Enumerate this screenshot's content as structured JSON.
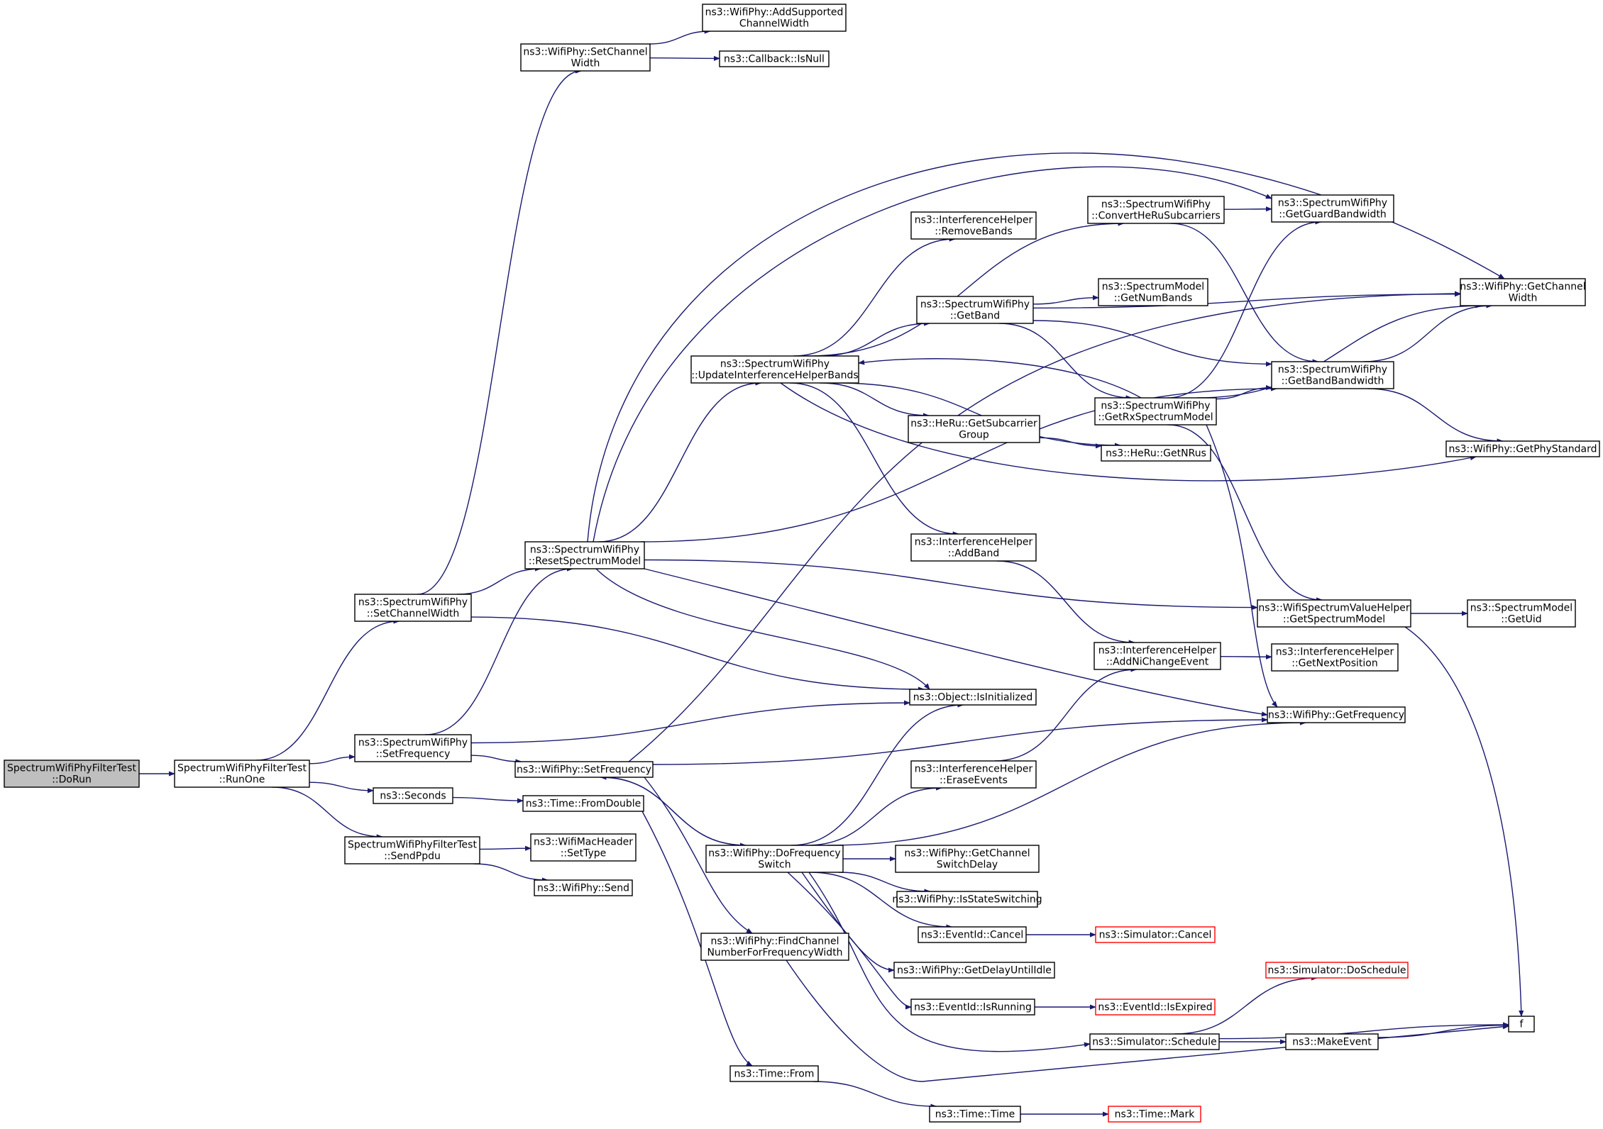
{
  "colors": {
    "edge": "#191970",
    "node_border": "#000000",
    "node_fill": "#ffffff",
    "root_fill": "#bfbfbf",
    "truncated_border": "#ff0000"
  },
  "graph": {
    "nodes": [
      {
        "id": "dorun",
        "lines": [
          "SpectrumWifiPhyFilterTest",
          "::DoRun"
        ],
        "root": true
      },
      {
        "id": "runone",
        "lines": [
          "SpectrumWifiPhyFilterTest",
          "::RunOne"
        ]
      },
      {
        "id": "sp_setchw",
        "lines": [
          "ns3::SpectrumWifiPhy",
          "::SetChannelWidth"
        ]
      },
      {
        "id": "sp_setfreq",
        "lines": [
          "ns3::SpectrumWifiPhy",
          "::SetFrequency"
        ]
      },
      {
        "id": "seconds",
        "lines": [
          "ns3::Seconds"
        ]
      },
      {
        "id": "sendppdu",
        "lines": [
          "SpectrumWifiPhyFilterTest",
          "::SendPpdu"
        ]
      },
      {
        "id": "wp_setchw",
        "lines": [
          "ns3::WifiPhy::SetChannel",
          "Width"
        ]
      },
      {
        "id": "addsupp",
        "lines": [
          "ns3::WifiPhy::AddSupported",
          "ChannelWidth"
        ]
      },
      {
        "id": "isnull",
        "lines": [
          "ns3::Callback::IsNull"
        ]
      },
      {
        "id": "resetsm",
        "lines": [
          "ns3::SpectrumWifiPhy",
          "::ResetSpectrumModel"
        ]
      },
      {
        "id": "isinit",
        "lines": [
          "ns3::Object::IsInitialized"
        ]
      },
      {
        "id": "wp_setfreq",
        "lines": [
          "ns3::WifiPhy::SetFrequency"
        ]
      },
      {
        "id": "fromdouble",
        "lines": [
          "ns3::Time::FromDouble"
        ]
      },
      {
        "id": "settype",
        "lines": [
          "ns3::WifiMacHeader",
          "::SetType"
        ]
      },
      {
        "id": "send",
        "lines": [
          "ns3::WifiPhy::Send"
        ]
      },
      {
        "id": "uihb",
        "lines": [
          "ns3::SpectrumWifiPhy",
          "::UpdateInterferenceHelperBands"
        ]
      },
      {
        "id": "getchw",
        "lines": [
          "ns3::WifiPhy::GetChannel",
          "Width"
        ]
      },
      {
        "id": "getguard",
        "lines": [
          "ns3::SpectrumWifiPhy",
          "::GetGuardBandwidth"
        ]
      },
      {
        "id": "getbandbw",
        "lines": [
          "ns3::SpectrumWifiPhy",
          "::GetBandBandwidth"
        ]
      },
      {
        "id": "getphystd",
        "lines": [
          "ns3::WifiPhy::GetPhyStandard"
        ]
      },
      {
        "id": "wsvh_getsm",
        "lines": [
          "ns3::WifiSpectrumValueHelper",
          "::GetSpectrumModel"
        ]
      },
      {
        "id": "getfreq",
        "lines": [
          "ns3::WifiPhy::GetFrequency"
        ]
      },
      {
        "id": "dofreqsw",
        "lines": [
          "ns3::WifiPhy::DoFrequency",
          "Switch"
        ]
      },
      {
        "id": "findch",
        "lines": [
          "ns3::WifiPhy::FindChannel",
          "NumberForFrequencyWidth"
        ]
      },
      {
        "id": "timefrom",
        "lines": [
          "ns3::Time::From"
        ]
      },
      {
        "id": "removebands",
        "lines": [
          "ns3::InterferenceHelper",
          "::RemoveBands"
        ]
      },
      {
        "id": "convheru",
        "lines": [
          "ns3::SpectrumWifiPhy",
          "::ConvertHeRuSubcarriers"
        ]
      },
      {
        "id": "getband",
        "lines": [
          "ns3::SpectrumWifiPhy",
          "::GetBand"
        ]
      },
      {
        "id": "getnumbands",
        "lines": [
          "ns3::SpectrumModel",
          "::GetNumBands"
        ]
      },
      {
        "id": "getsubcg",
        "lines": [
          "ns3::HeRu::GetSubcarrier",
          "Group"
        ]
      },
      {
        "id": "getrxsm",
        "lines": [
          "ns3::SpectrumWifiPhy",
          "::GetRxSpectrumModel"
        ]
      },
      {
        "id": "getnrus",
        "lines": [
          "ns3::HeRu::GetNRus"
        ]
      },
      {
        "id": "addband",
        "lines": [
          "ns3::InterferenceHelper",
          "::AddBand"
        ]
      },
      {
        "id": "addnichange",
        "lines": [
          "ns3::InterferenceHelper",
          "::AddNiChangeEvent"
        ]
      },
      {
        "id": "getnextpos",
        "lines": [
          "ns3::InterferenceHelper",
          "::GetNextPosition"
        ]
      },
      {
        "id": "getuid",
        "lines": [
          "ns3::SpectrumModel",
          "::GetUid"
        ]
      },
      {
        "id": "eraseev",
        "lines": [
          "ns3::InterferenceHelper",
          "::EraseEvents"
        ]
      },
      {
        "id": "getchsd",
        "lines": [
          "ns3::WifiPhy::GetChannel",
          "SwitchDelay"
        ]
      },
      {
        "id": "isstatesw",
        "lines": [
          "ns3::WifiPhy::IsStateSwitching"
        ]
      },
      {
        "id": "evcancel",
        "lines": [
          "ns3::EventId::Cancel"
        ]
      },
      {
        "id": "simcancel",
        "lines": [
          "ns3::Simulator::Cancel"
        ],
        "truncated": true
      },
      {
        "id": "getdelay",
        "lines": [
          "ns3::WifiPhy::GetDelayUntilIdle"
        ]
      },
      {
        "id": "evrunning",
        "lines": [
          "ns3::EventId::IsRunning"
        ]
      },
      {
        "id": "evexpired",
        "lines": [
          "ns3::EventId::IsExpired"
        ],
        "truncated": true
      },
      {
        "id": "simschedule",
        "lines": [
          "ns3::Simulator::Schedule"
        ]
      },
      {
        "id": "doschedule",
        "lines": [
          "ns3::Simulator::DoSchedule"
        ],
        "truncated": true
      },
      {
        "id": "makeevent",
        "lines": [
          "ns3::MakeEvent"
        ]
      },
      {
        "id": "f",
        "lines": [
          "f"
        ]
      },
      {
        "id": "timetime",
        "lines": [
          "ns3::Time::Time"
        ]
      },
      {
        "id": "timemark",
        "lines": [
          "ns3::Time::Mark"
        ],
        "truncated": true
      }
    ],
    "edges": [
      [
        "dorun",
        "runone"
      ],
      [
        "runone",
        "sp_setchw"
      ],
      [
        "runone",
        "sp_setfreq"
      ],
      [
        "runone",
        "seconds"
      ],
      [
        "runone",
        "sendppdu"
      ],
      [
        "sp_setchw",
        "wp_setchw"
      ],
      [
        "sp_setchw",
        "resetsm"
      ],
      [
        "sp_setchw",
        "isinit"
      ],
      [
        "wp_setchw",
        "addsupp"
      ],
      [
        "wp_setchw",
        "isnull"
      ],
      [
        "sp_setfreq",
        "resetsm"
      ],
      [
        "sp_setfreq",
        "isinit"
      ],
      [
        "sp_setfreq",
        "wp_setfreq"
      ],
      [
        "seconds",
        "fromdouble"
      ],
      [
        "sendppdu",
        "settype"
      ],
      [
        "sendppdu",
        "send"
      ],
      [
        "resetsm",
        "uihb"
      ],
      [
        "resetsm",
        "getchw"
      ],
      [
        "resetsm",
        "getguard"
      ],
      [
        "resetsm",
        "getbandbw"
      ],
      [
        "resetsm",
        "wsvh_getsm"
      ],
      [
        "resetsm",
        "getfreq"
      ],
      [
        "resetsm",
        "isinit"
      ],
      [
        "uihb",
        "removebands"
      ],
      [
        "uihb",
        "convheru"
      ],
      [
        "uihb",
        "getband"
      ],
      [
        "uihb",
        "getsubcg"
      ],
      [
        "uihb",
        "getnrus"
      ],
      [
        "uihb",
        "addband"
      ],
      [
        "uihb",
        "getphystd"
      ],
      [
        "convheru",
        "getguard"
      ],
      [
        "convheru",
        "getbandbw"
      ],
      [
        "getband",
        "getnumbands"
      ],
      [
        "getband",
        "getchw"
      ],
      [
        "getband",
        "getbandbw"
      ],
      [
        "getband",
        "getrxsm"
      ],
      [
        "getrxsm",
        "uihb"
      ],
      [
        "getrxsm",
        "getguard"
      ],
      [
        "getrxsm",
        "getbandbw"
      ],
      [
        "getrxsm",
        "getchw"
      ],
      [
        "getrxsm",
        "wsvh_getsm"
      ],
      [
        "getrxsm",
        "getfreq"
      ],
      [
        "getbandbw",
        "getchw"
      ],
      [
        "getbandbw",
        "getphystd"
      ],
      [
        "getsubcg",
        "getnrus"
      ],
      [
        "addband",
        "addnichange"
      ],
      [
        "addnichange",
        "getnextpos"
      ],
      [
        "wsvh_getsm",
        "getuid"
      ],
      [
        "wsvh_getsm",
        "f"
      ],
      [
        "wp_setfreq",
        "getfreq"
      ],
      [
        "wp_setfreq",
        "getchw"
      ],
      [
        "wp_setfreq",
        "dofreqsw"
      ],
      [
        "wp_setfreq",
        "findch"
      ],
      [
        "dofreqsw",
        "wp_setfreq"
      ],
      [
        "dofreqsw",
        "isinit"
      ],
      [
        "dofreqsw",
        "eraseev"
      ],
      [
        "dofreqsw",
        "getfreq"
      ],
      [
        "dofreqsw",
        "getchsd"
      ],
      [
        "dofreqsw",
        "isstatesw"
      ],
      [
        "dofreqsw",
        "evcancel"
      ],
      [
        "dofreqsw",
        "getdelay"
      ],
      [
        "dofreqsw",
        "evrunning"
      ],
      [
        "dofreqsw",
        "simschedule"
      ],
      [
        "eraseev",
        "addnichange"
      ],
      [
        "evcancel",
        "simcancel"
      ],
      [
        "evrunning",
        "evexpired"
      ],
      [
        "simschedule",
        "doschedule"
      ],
      [
        "simschedule",
        "makeevent"
      ],
      [
        "simschedule",
        "f"
      ],
      [
        "makeevent",
        "f"
      ],
      [
        "findch",
        "f"
      ],
      [
        "fromdouble",
        "timefrom"
      ],
      [
        "timefrom",
        "timetime"
      ],
      [
        "timetime",
        "timemark"
      ]
    ]
  }
}
